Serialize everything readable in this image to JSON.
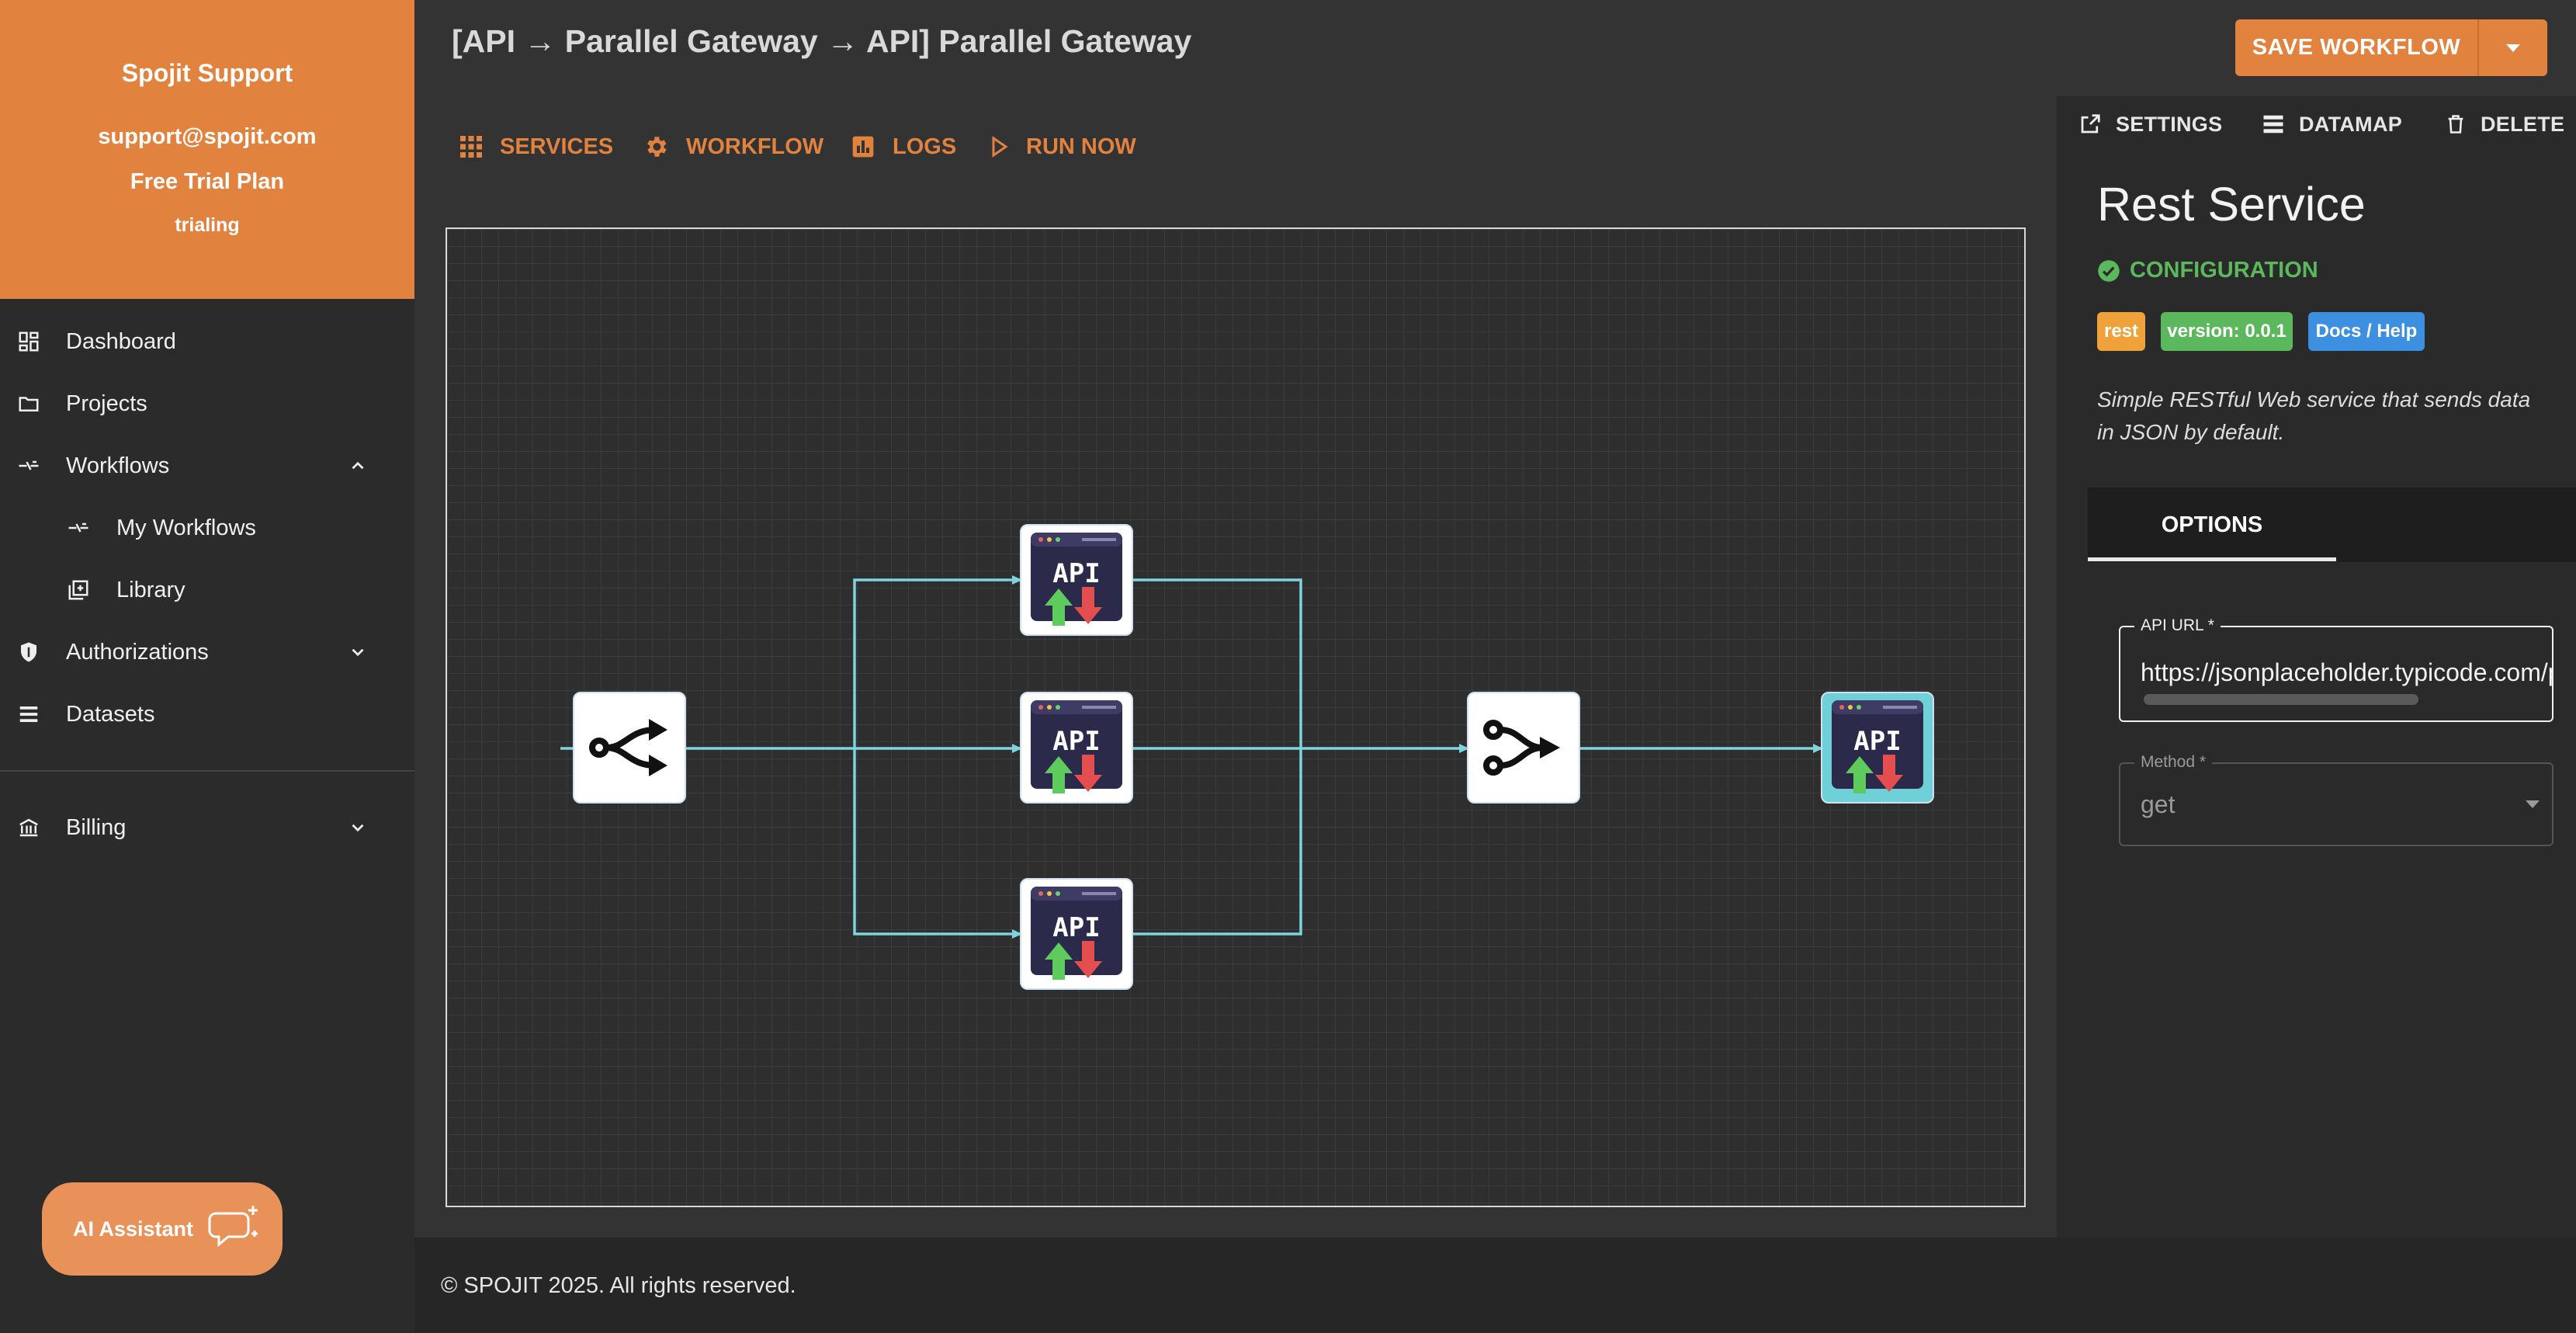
{
  "sidebar": {
    "profile": {
      "name": "Spojit Support",
      "email": "support@spojit.com",
      "plan": "Free Trial Plan",
      "status": "trialing"
    },
    "items": [
      {
        "label": "Dashboard",
        "icon": "dashboard-icon"
      },
      {
        "label": "Projects",
        "icon": "folder-icon"
      },
      {
        "label": "Workflows",
        "icon": "workflow-icon",
        "expanded": true
      },
      {
        "label": "My Workflows",
        "icon": "workflow-icon"
      },
      {
        "label": "Library",
        "icon": "library-icon"
      },
      {
        "label": "Authorizations",
        "icon": "shield-icon"
      },
      {
        "label": "Datasets",
        "icon": "list-icon"
      },
      {
        "label": "Billing",
        "icon": "bank-icon"
      }
    ],
    "ai_assistant_label": "AI Assistant"
  },
  "header": {
    "title": "[API → Parallel Gateway → API] Parallel Gateway",
    "save_label": "SAVE WORKFLOW"
  },
  "tabs": [
    {
      "label": "SERVICES",
      "icon": "grid-icon"
    },
    {
      "label": "WORKFLOW",
      "icon": "gear-icon"
    },
    {
      "label": "LOGS",
      "icon": "chart-icon"
    },
    {
      "label": "RUN NOW",
      "icon": "play-icon"
    }
  ],
  "canvas": {
    "node_label": "API"
  },
  "panel": {
    "tools": [
      {
        "label": "SETTINGS",
        "icon": "external-link-icon"
      },
      {
        "label": "DATAMAP",
        "icon": "list-icon"
      },
      {
        "label": "DELETE",
        "icon": "trash-icon"
      }
    ],
    "title": "Rest Service",
    "config_label": "CONFIGURATION",
    "badges": [
      {
        "label": "rest",
        "color": "#f0a23a"
      },
      {
        "label": "version: 0.0.1",
        "color": "#5cb85c"
      },
      {
        "label": "Docs / Help",
        "color": "#3d8fe0"
      }
    ],
    "description": "Simple RESTful Web service that sends data in JSON by default.",
    "options_tab": "OPTIONS",
    "api_url": {
      "label": "API URL *",
      "value": "https://jsonplaceholder.typicode.com/posts"
    },
    "method": {
      "label": "Method *",
      "value": "get"
    }
  },
  "footer": {
    "text": "© SPOJIT 2025. All rights reserved."
  },
  "colors": {
    "brand": "#e1823f",
    "sidebar_bg": "#2b2b2b",
    "page_bg": "#333333",
    "connector": "#7fd3dc",
    "success": "#5cb85c"
  }
}
